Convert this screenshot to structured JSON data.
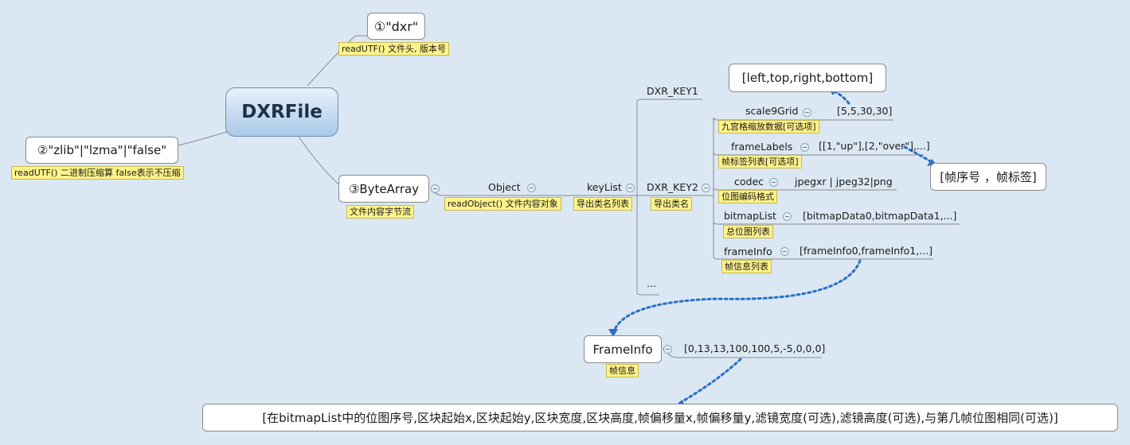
{
  "root": {
    "label": "DXRFile"
  },
  "header_node": {
    "label": "①\"dxr\"",
    "note": "readUTF() 文件头, 版本号"
  },
  "compress_node": {
    "label": "②\"zlib\"|\"lzma\"|\"false\"",
    "note": "readUTF() 二进制压缩算 false表示不压缩"
  },
  "bytearray_node": {
    "label": "③ByteArray",
    "note": "文件内容字节流"
  },
  "object_node": {
    "label": "Object",
    "note": "readObject() 文件内容对象"
  },
  "keylist_node": {
    "label": "keyList",
    "note": "导出类名列表"
  },
  "dxr_key1": {
    "label": "DXR_KEY1"
  },
  "dxr_key2": {
    "label": "DXR_KEY2",
    "note": "导出类名"
  },
  "ellipsis": {
    "label": "..."
  },
  "scale9grid": {
    "label": "scale9Grid",
    "value": "[5,5,30,30]",
    "note": "九宫格缩放数据[可选项]"
  },
  "framelabels": {
    "label": "frameLabels",
    "value": "[[1,\"up\"],[2,\"over\"],...]",
    "note": "帧标签列表[可选项]"
  },
  "codec": {
    "label": "codec",
    "value": "jpegxr | jpeg32|png",
    "note": "位图编码格式"
  },
  "bitmaplist": {
    "label": "bitmapList",
    "value": "[bitmapData0,bitmapData1,...]",
    "note": "总位图列表"
  },
  "frameinfo_list": {
    "label": "frameInfo",
    "value": "[frameInfo0,frameInfo1,...]",
    "note": "帧信息列表"
  },
  "rect_box": {
    "label": "[left,top,right,bottom]"
  },
  "label_box": {
    "label": "[帧序号 ，帧标签]"
  },
  "frameinfo_node": {
    "label": "FrameInfo",
    "value": "[0,13,13,100,100,5,-5,0,0,0]",
    "note": "帧信息"
  },
  "frameinfo_desc": {
    "label": "[在bitmapList中的位图序号,区块起始x,区块起始y,区块宽度,区块高度,帧偏移量x,帧偏移量y,滤镜宽度(可选),滤镜高度(可选),与第几帧位图相同(可选)]"
  },
  "colors": {
    "background": "#dbe8f3",
    "line": "#8a8a8a",
    "arrow": "#2b6fc9",
    "note": "#fdf38a",
    "root_fill": "#a9c9e8"
  }
}
